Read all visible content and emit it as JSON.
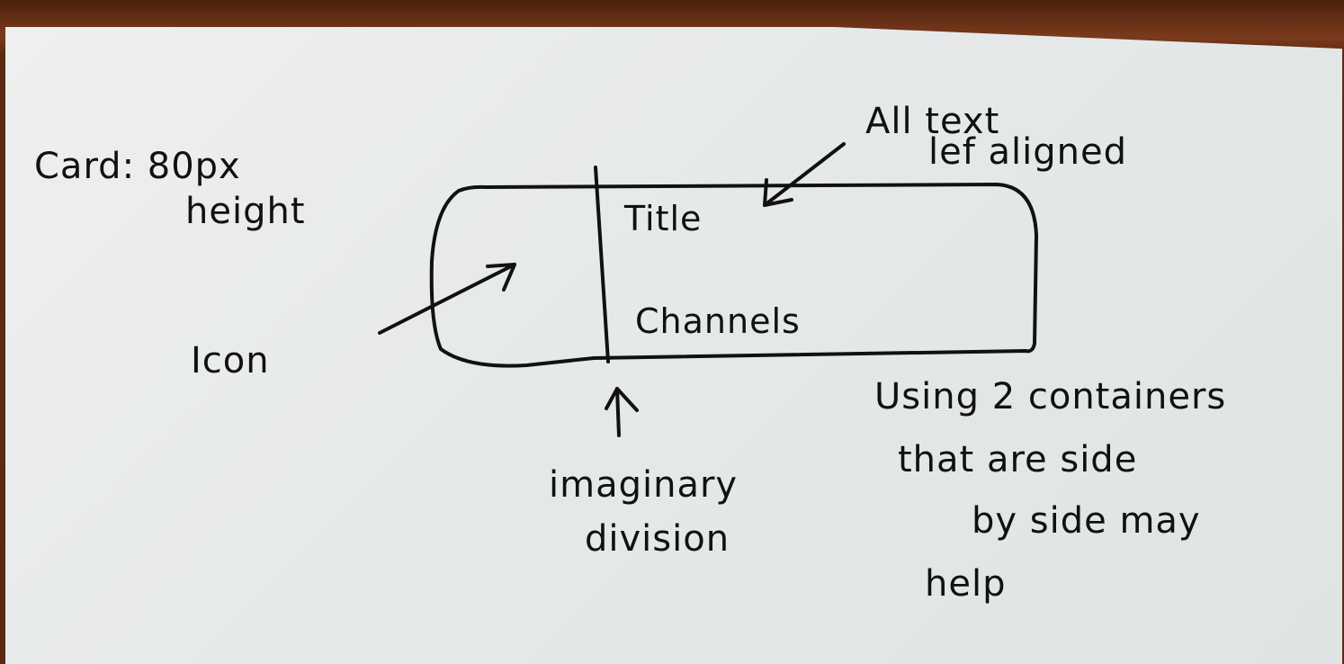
{
  "note": {
    "card_label_line1": "Card: 80px",
    "card_label_line2": "height",
    "icon_label": "Icon",
    "text_note_line1": "All text",
    "text_note_line2": "lef aligned",
    "card_title": "Title",
    "card_subtitle": "Channels",
    "division_line1": "imaginary",
    "division_line2": "division",
    "tip_line1": "Using 2 containers",
    "tip_line2": "that are side",
    "tip_line3": "by side may",
    "tip_line4": "help"
  },
  "colors": {
    "ink": "#111111",
    "paper": "#e8ebeb",
    "table": "#6b3218"
  }
}
